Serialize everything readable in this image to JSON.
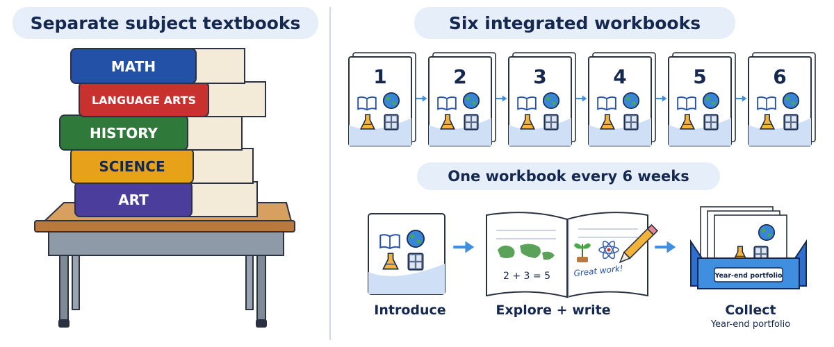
{
  "left_panel": {
    "title": "Separate subject textbooks",
    "books": [
      "MATH",
      "LANGUAGE ARTS",
      "HISTORY",
      "SCIENCE",
      "ART"
    ]
  },
  "right_panel": {
    "title": "Six integrated workbooks",
    "workbooks": [
      "1",
      "2",
      "3",
      "4",
      "5",
      "6"
    ],
    "subtitle": "One workbook every 6 weeks",
    "steps": [
      {
        "label": "Introduce"
      },
      {
        "label": "Explore + write",
        "notebook_equation": "2 + 3 = 5",
        "notebook_note": "Great work!"
      },
      {
        "label": "Collect",
        "sublabel": "Year-end portfolio",
        "box_label": "Year-end portfolio"
      }
    ]
  },
  "colors": {
    "math": "#2451a8",
    "language_arts": "#c8312d",
    "history": "#2f7a3a",
    "science": "#e8a21a",
    "art": "#4a3d9b",
    "accent": "#3f8ee0",
    "ink": "#15284f"
  },
  "icons": [
    "book-icon",
    "globe-icon",
    "flask-icon",
    "calculator-icon",
    "arrow-right-icon",
    "pencil-icon",
    "atom-icon",
    "seedling-icon",
    "world-map-icon",
    "portfolio-box-icon",
    "desk-icon"
  ]
}
